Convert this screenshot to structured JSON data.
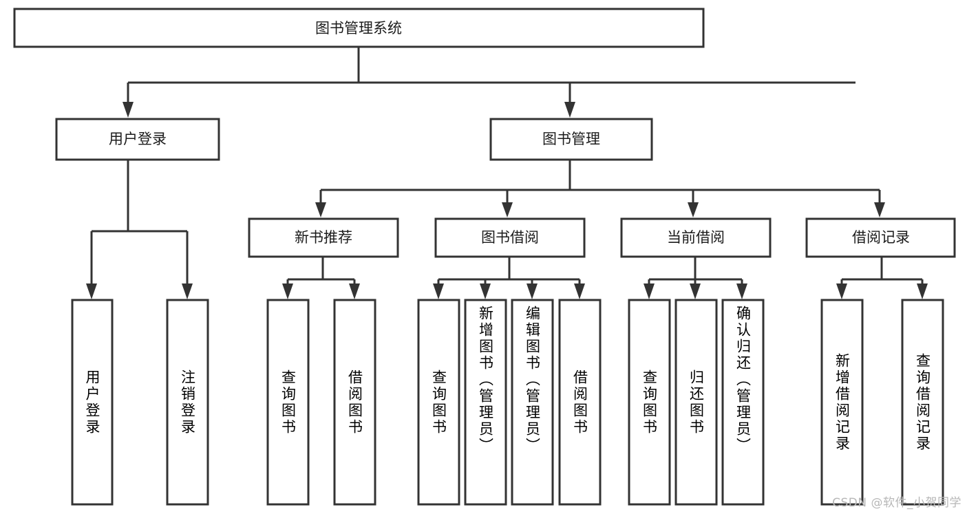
{
  "diagram": {
    "title": "图书管理系统",
    "type": "tree-hierarchy-chart",
    "root": {
      "id": "root",
      "label": "图书管理系统",
      "orientation": "horizontal"
    },
    "level2": [
      {
        "id": "user-login",
        "label": "用户登录",
        "orientation": "horizontal"
      },
      {
        "id": "book-management",
        "label": "图书管理",
        "orientation": "horizontal"
      }
    ],
    "level3": [
      {
        "id": "new-book-recommend",
        "label": "新书推荐",
        "orientation": "horizontal"
      },
      {
        "id": "book-borrow",
        "label": "图书借阅",
        "orientation": "horizontal"
      },
      {
        "id": "current-borrow",
        "label": "当前借阅",
        "orientation": "horizontal"
      },
      {
        "id": "borrow-record",
        "label": "借阅记录",
        "orientation": "horizontal"
      }
    ],
    "leaves": {
      "user_login": [
        {
          "id": "leaf-user-login",
          "label": "用户登录",
          "orientation": "vertical"
        },
        {
          "id": "leaf-logout",
          "label": "注销登录",
          "orientation": "vertical"
        }
      ],
      "new_book_recommend": [
        {
          "id": "leaf-query-book-1",
          "label": "查询图书",
          "orientation": "vertical"
        },
        {
          "id": "leaf-borrow-book-1",
          "label": "借阅图书",
          "orientation": "vertical"
        }
      ],
      "book_borrow": [
        {
          "id": "leaf-query-book-2",
          "label": "查询图书",
          "orientation": "vertical"
        },
        {
          "id": "leaf-add-book",
          "label": "新增图书（管理员）",
          "orientation": "vertical"
        },
        {
          "id": "leaf-edit-book",
          "label": "编辑图书（管理员）",
          "orientation": "vertical"
        },
        {
          "id": "leaf-borrow-book-2",
          "label": "借阅图书",
          "orientation": "vertical"
        }
      ],
      "current_borrow": [
        {
          "id": "leaf-query-book-3",
          "label": "查询图书",
          "orientation": "vertical"
        },
        {
          "id": "leaf-return-book",
          "label": "归还图书",
          "orientation": "vertical"
        },
        {
          "id": "leaf-confirm-return",
          "label": "确认归还（管理员）",
          "orientation": "vertical"
        }
      ],
      "borrow_record": [
        {
          "id": "leaf-add-record",
          "label": "新增借阅记录",
          "orientation": "vertical"
        },
        {
          "id": "leaf-query-record",
          "label": "查询借阅记录",
          "orientation": "vertical"
        }
      ]
    },
    "colors": {
      "stroke": "#333333",
      "box_fill": "#ffffff",
      "text": "#1b1b1b",
      "background": "#ffffff",
      "watermark": "#b7b7b7"
    }
  },
  "watermark": {
    "text": "CSDN @软件_小贺同学"
  }
}
